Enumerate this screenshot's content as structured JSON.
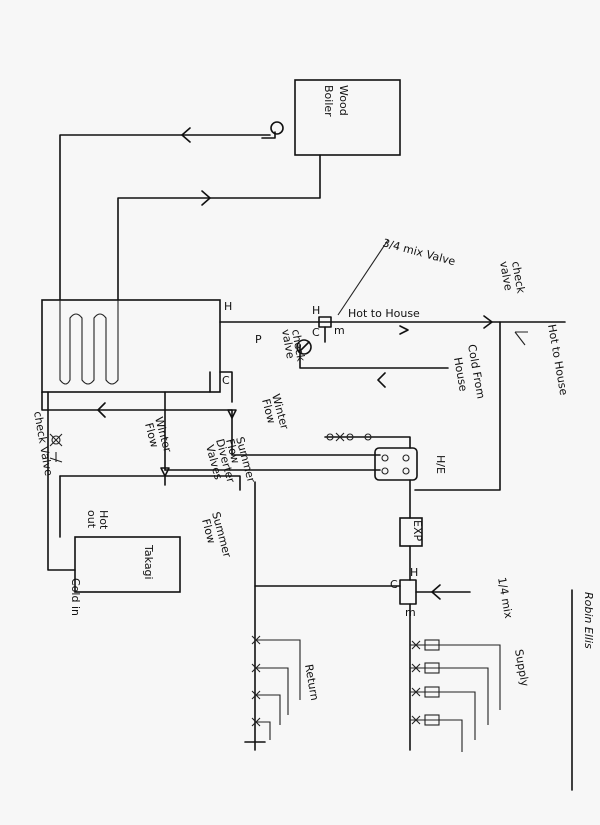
{
  "diagram": {
    "boiler_label_1": "Wood",
    "boiler_label_2": "Boiler",
    "tank_label": "Takagi",
    "hot_out_label_1": "Hot",
    "hot_out_label_2": "out",
    "cold_in_label": "Cold in",
    "mix_valve_label": "3/4 mix Valve",
    "hot_to_house_label": "Hot to House",
    "hot_to_house_label_2": "Hot to House",
    "check_valve_top_label_1": "check",
    "check_valve_top_label_2": "valve",
    "check_valve_mid_label_1": "check",
    "check_valve_mid_label_2": "valve",
    "check_valve_left_label": "check Valve",
    "cold_from_house_label_1": "Cold From",
    "cold_from_house_label_2": "House",
    "hx_label": "H/E",
    "winter_flow_label_1": "Winter",
    "winter_flow_label_2": "Flow",
    "winter_flow_left_1": "Winter",
    "winter_flow_left_2": "Flow",
    "summer_flow_label_1": "Summer",
    "summer_flow_label_2": "Flow",
    "summer_flow_bottom_1": "Summer",
    "summer_flow_bottom_2": "Flow",
    "diverter_label_1": "Diverter",
    "diverter_label_2": "Valves",
    "expansion_label": "EXP",
    "quarter_mix_label": "1/4 mix",
    "supply_label": "Supply",
    "return_label": "Return",
    "signature": "Robin Ellis",
    "tag_h_tank": "H",
    "tag_c_tank": "C",
    "tag_h_mix": "H",
    "tag_c_mix": "C",
    "tag_m_mix": "m",
    "tag_h_mix2": "H",
    "tag_c_mix2": "C",
    "tag_m_mix2": "m",
    "tag_p": "P"
  }
}
